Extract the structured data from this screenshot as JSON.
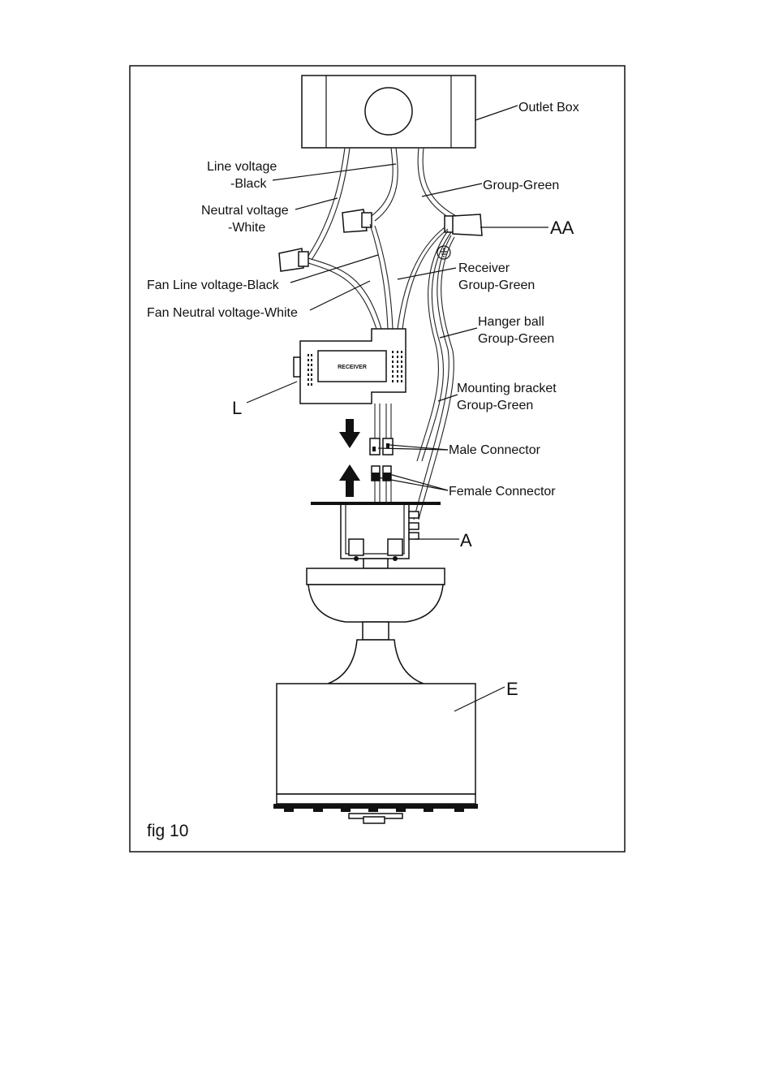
{
  "figure": {
    "caption": "fig 10",
    "receiver_text": "RECEIVER",
    "labels": {
      "outlet_box": "Outlet Box",
      "line_voltage_1": "Line voltage",
      "line_voltage_2": "-Black",
      "neutral_voltage_1": "Neutral voltage",
      "neutral_voltage_2": "-White",
      "group_green": "Group-Green",
      "aa": "AA",
      "fan_line": "Fan Line voltage-Black",
      "fan_neutral": "Fan Neutral voltage-White",
      "receiver_1": "Receiver",
      "receiver_2": "Group-Green",
      "hanger_1": "Hanger ball",
      "hanger_2": "Group-Green",
      "mounting_1": "Mounting bracket",
      "mounting_2": "Group-Green",
      "l": "L",
      "male": "Male Connector",
      "female": "Female Connector",
      "a": "A",
      "e": "E"
    }
  }
}
